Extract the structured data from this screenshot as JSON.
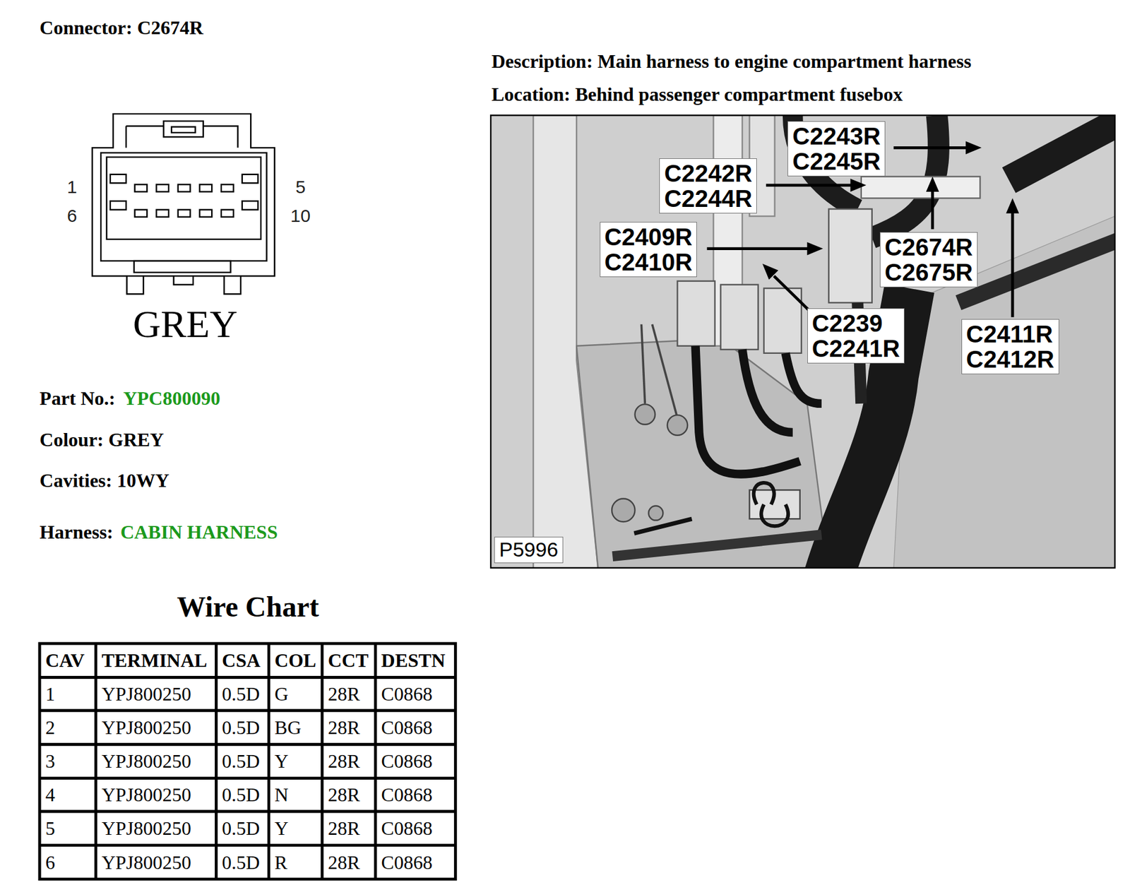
{
  "diagram": {
    "title": "Connector: C2674R",
    "nodes": [
      {
        "text": [
          "C2243R C2245R"
        ]
      },
      {
        "text": [
          "C2242R C2244R"
        ]
      },
      {
        "text": [
          "C2409R C2410R"
        ]
      },
      {
        "text": [
          "C2674R C2675R"
        ]
      },
      {
        "text": [
          "C2239 C2241R"
        ]
      },
      {
        "text": [
          "C2411R C2412R"
        ]
      },
      {
        "text": [
          "P5996"
        ]
      }
    ],
    "labels": [
      "Description: Main harness to engine compartment harness",
      "Location: Behind passenger compartment fusebox",
      "1",
      "5",
      "6",
      "10",
      "GREY",
      "Part No.:",
      "YPC800090",
      "Colour: GREY",
      "Cavities: 10WY",
      "Harness:",
      "CABIN HARNESS",
      "Wire Chart",
      "CAV",
      "TERMINAL",
      "CSA",
      "COL",
      "CCT",
      "DESTN",
      "1",
      "YPJ800250",
      "0.5D",
      "G",
      "28R",
      "C0868",
      "2",
      "YPJ800250",
      "0.5D",
      "BG",
      "28R",
      "C0868",
      "3",
      "YPJ800250",
      "0.5D",
      "Y",
      "28R",
      "C0868",
      "4",
      "YPJ800250",
      "0.5D",
      "N",
      "28R",
      "C0868",
      "5",
      "YPJ800250",
      "0.5D",
      "Y",
      "28R",
      "C0868",
      "6",
      "YPJ800250",
      "0.5D",
      "R",
      "28R",
      "C0868"
    ]
  }
}
